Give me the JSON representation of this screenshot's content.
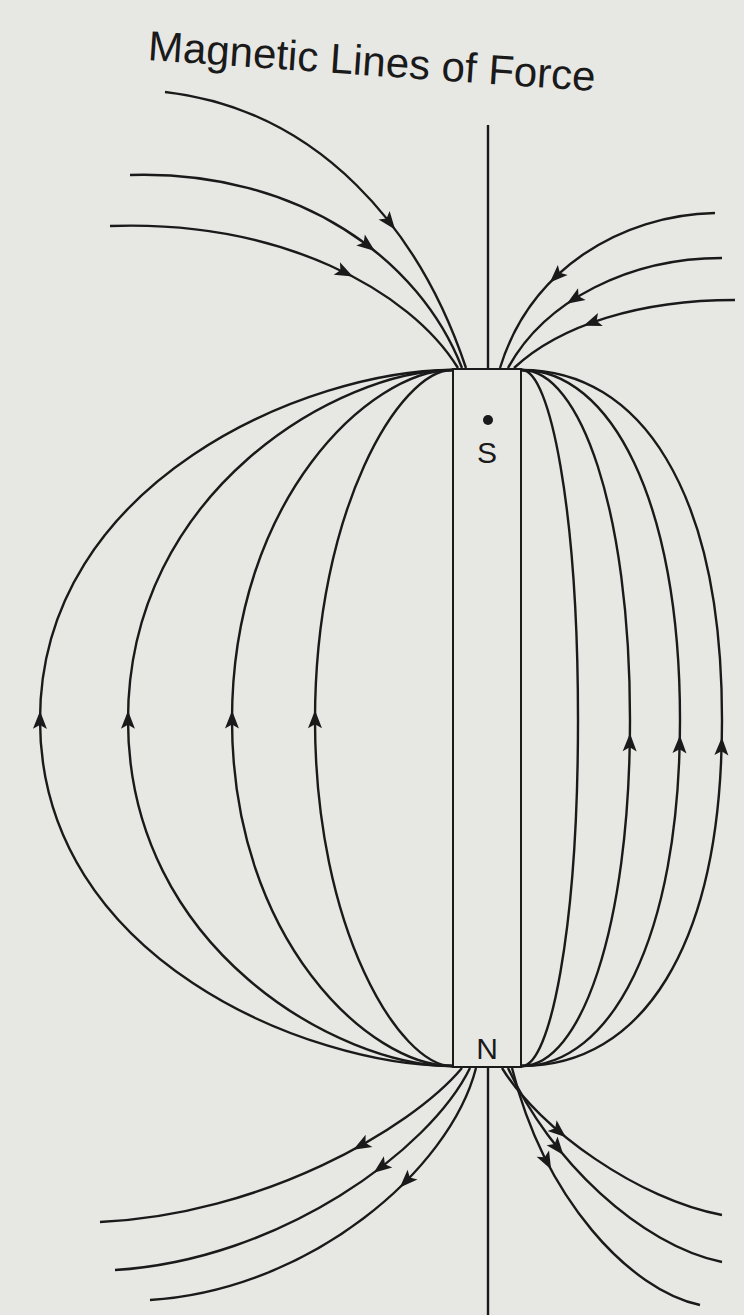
{
  "diagram": {
    "title": "Magnetic Lines of Force",
    "nodes": [
      {
        "text": [
          "S",
          "N"
        ]
      }
    ]
  }
}
